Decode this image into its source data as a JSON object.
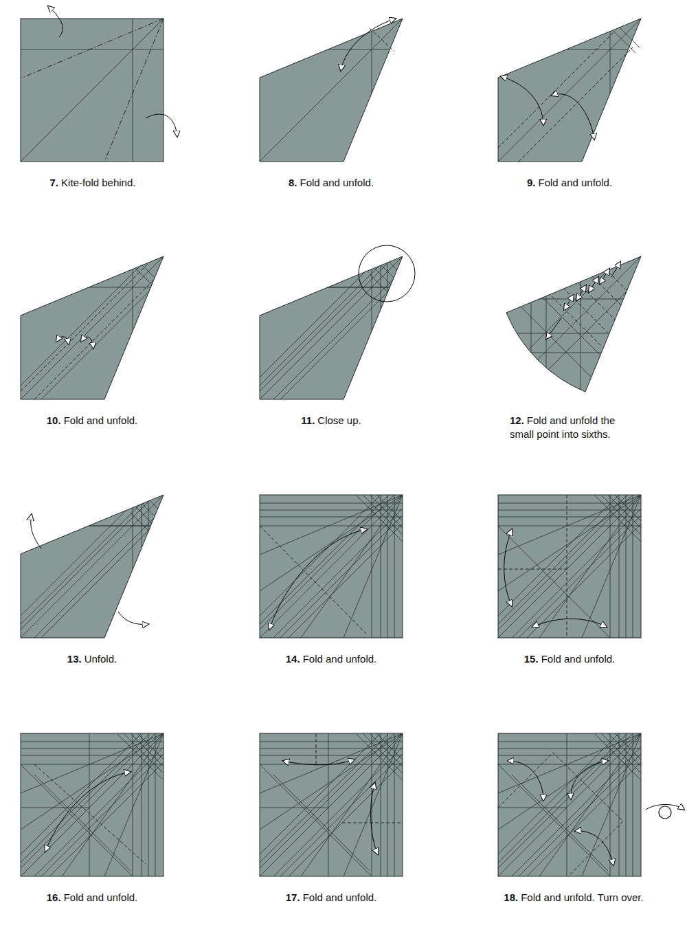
{
  "diagram": {
    "labels": [
      "7.",
      "Kite-fold behind.",
      "8.",
      "Fold and unfold.",
      "9.",
      "Fold and unfold.",
      "10.",
      "Fold and unfold.",
      "11.",
      "Close up.",
      "12.",
      "Fold and unfold the small point into sixths.",
      "13.",
      "Unfold.",
      "14.",
      "Fold and unfold.",
      "15.",
      "Fold and unfold.",
      "16.",
      "Fold and unfold.",
      "17.",
      "Fold and unfold.",
      "18.",
      "Fold and unfold. Turn over."
    ]
  }
}
